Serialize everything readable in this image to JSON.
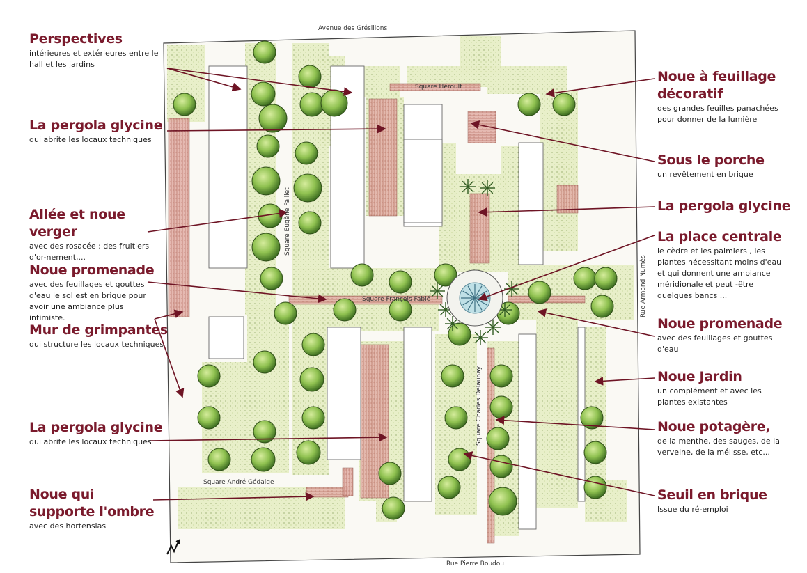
{
  "callouts": {
    "perspectives": {
      "title": "Perspectives",
      "desc": "intérieures et extérieures entre le hall et les jardins"
    },
    "pergola_1": {
      "title": "La pergola glycine",
      "desc": "qui abrite les locaux techniques"
    },
    "allee_verger": {
      "title": "Allée et noue verger",
      "desc": "avec des rosacée : des fruitiers d'or-nement,..."
    },
    "noue_promenade_left": {
      "title": "Noue promenade",
      "desc": "avec des feuillages et gouttes d'eau le sol est en brique pour avoir une ambiance plus intimiste."
    },
    "mur_grimpantes": {
      "title": "Mur de grimpantes",
      "desc": "qui structure les locaux techniques"
    },
    "pergola_3": {
      "title": "La pergola glycine",
      "desc": "qui abrite les locaux techniques"
    },
    "noue_ombre": {
      "title": "Noue qui supporte l'ombre",
      "desc": "avec des hortensias"
    },
    "noue_feuillage": {
      "title": "Noue à feuillage décoratif",
      "desc": "des grandes feuilles panachées pour donner de la lumière"
    },
    "sous_porche": {
      "title": "Sous le porche",
      "desc": "un revêtement en brique"
    },
    "pergola_2": {
      "title": "La pergola glycine",
      "desc": ""
    },
    "place_centrale": {
      "title": "La place centrale",
      "desc": "le cèdre et les palmiers , les plantes nécessitant moins d'eau et qui donnent une ambiance méridionale et peut -être quelques bancs ..."
    },
    "noue_promenade_right": {
      "title": "Noue promenade",
      "desc": "avec des feuillages et gouttes d'eau"
    },
    "noue_jardin": {
      "title": "Noue Jardin",
      "desc": "un complément et avec les plantes existantes"
    },
    "noue_potagere": {
      "title": "Noue potagère,",
      "desc": "de la menthe, des sauges, de la verveine, de la mélisse, etc..."
    },
    "seuil_brique": {
      "title": "Seuil en brique",
      "desc": "Issue du ré-emploi"
    }
  },
  "streets": {
    "top": "Avenue des Grésillons",
    "bottom": "Rue Pierre Boudou",
    "right": "Rue Armand Numès",
    "square_heroult": "Square Héroult",
    "square_faillet": "Square Eugène Faillet",
    "square_fabie": "Square François Fabié",
    "square_delaunay": "Square Charles Delaunay",
    "square_gedalge": "Square André Gédalge"
  },
  "colors": {
    "accent": "#7a1a2c",
    "lawn": "#dfe8b8",
    "tree": "#7fb24a",
    "brick": "#c98a80",
    "paving": "#f5f3ee"
  },
  "icons": {
    "north": "north-arrow-icon",
    "cedar": "cedar-tree-icon"
  }
}
